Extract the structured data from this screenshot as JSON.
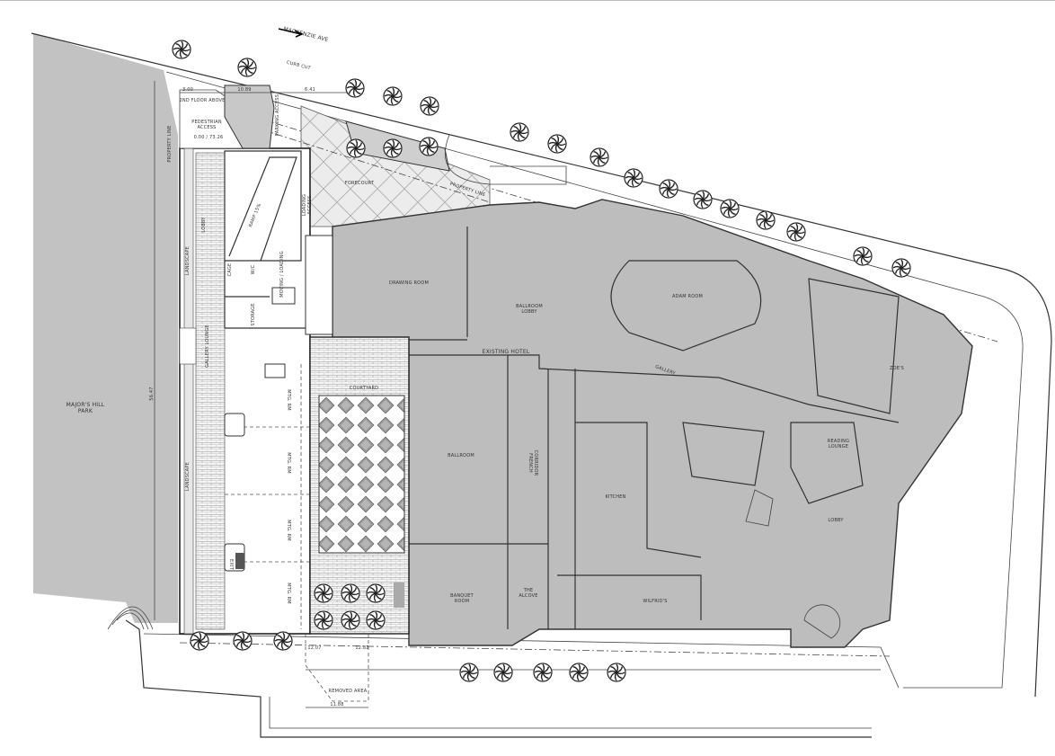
{
  "colors": {
    "existing_hotel": "#bdbdbd",
    "park": "#c2c2c2",
    "line": "#333333",
    "paving": "#f2f2f2"
  },
  "street": {
    "name": "MACKENZIE AVE",
    "curb_cut": "CURB CUT"
  },
  "labels": {
    "park": [
      "MAJOR'S HILL",
      "PARK"
    ],
    "property_line": "PROPERTY LINE",
    "second_floor": "2ND FLOOR ABOVE",
    "pedestrian": [
      "PEDESTRIAN",
      "ACCESS"
    ],
    "elevation": "0.00 / 73.26",
    "parking_access": "PARKING ACCESS",
    "forecourt": "FORECOURT",
    "loading_access": [
      "LOADING",
      "ACCESS"
    ],
    "lobby_new": "LOBBY",
    "landscape": "LANDSCAPE",
    "moving_loading": "MOVING / LOADING",
    "cage": "CAGE",
    "wc": "W/C",
    "storage": "STORAGE",
    "ramp": "RAMP 15%",
    "gallery_lounge": "GALLERY LOUNGE",
    "courtyard": "COURTYARD",
    "mtg_rm": "MTG. RM",
    "exit": "EXIT",
    "removed_area": "REMOVED AREA",
    "existing_hotel": "EXISTING HOTEL",
    "drawing_room": "DRAWING ROOM",
    "ballroom_lobby": [
      "BALLROOM",
      "LOBBY"
    ],
    "adam_room": "ADAM ROOM",
    "gallery": "GALLERY",
    "zoes": "ZOE'S",
    "reading_lounge": [
      "READING",
      "LOUNGE"
    ],
    "lobby": "LOBBY",
    "ballroom": "BALLROOM",
    "french_corridor": [
      "FRENCH",
      "CORRIDOR"
    ],
    "kitchen": "KITCHEN",
    "banquet_room": [
      "BANQUET",
      "ROOM"
    ],
    "the_alcove": [
      "THE",
      "ALCOVE"
    ],
    "wilfrids": "WILFRID'S"
  },
  "dimensions": {
    "d1": "3.00",
    "d2": "10.89",
    "d3": "6.41",
    "d4": "56.47",
    "d5": "11.88",
    "d6": "12.07",
    "d7": "12.82"
  }
}
